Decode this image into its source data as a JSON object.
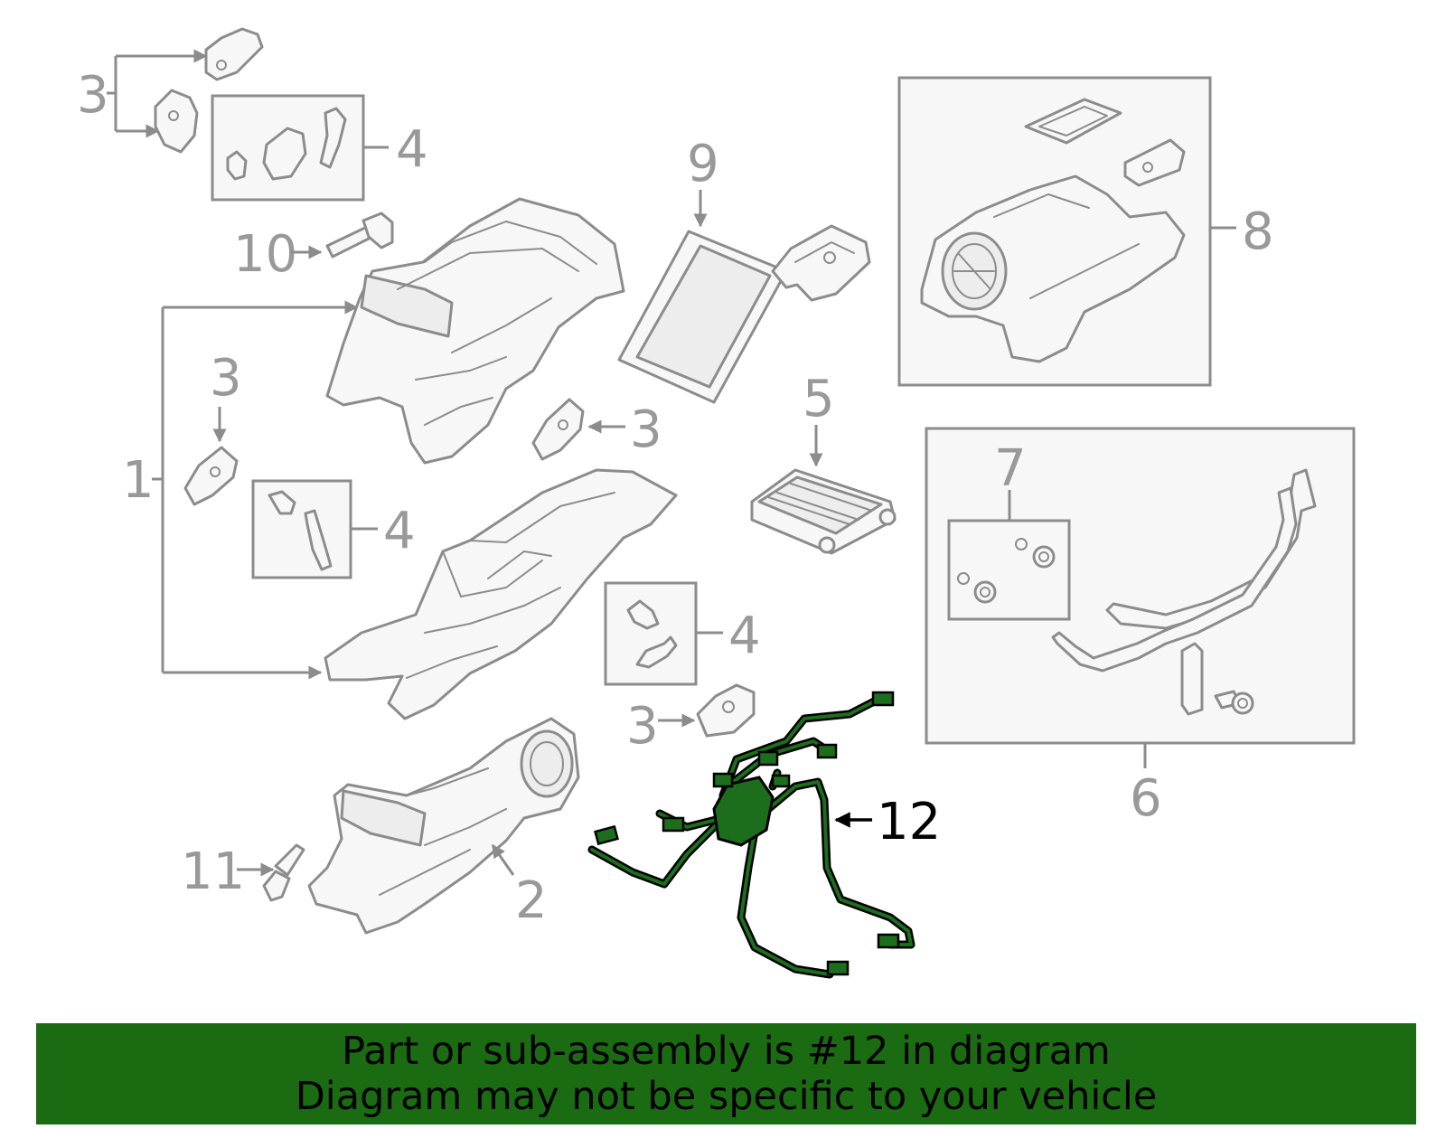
{
  "callouts": {
    "c1": "1",
    "c2": "2",
    "c3a": "3",
    "c3b": "3",
    "c3c": "3",
    "c3d": "3",
    "c4a": "4",
    "c4b": "4",
    "c4c": "4",
    "c5": "5",
    "c6": "6",
    "c7": "7",
    "c8": "8",
    "c9": "9",
    "c10": "10",
    "c11": "11",
    "c12": "12"
  },
  "banner": {
    "line1": "Part or sub-assembly is #12 in diagram",
    "line2": "Diagram may not be specific to your vehicle"
  },
  "colors": {
    "highlight": "#1c6e1c",
    "banner_bg": "#1a6b12",
    "part_stroke": "#8c8c8c"
  }
}
